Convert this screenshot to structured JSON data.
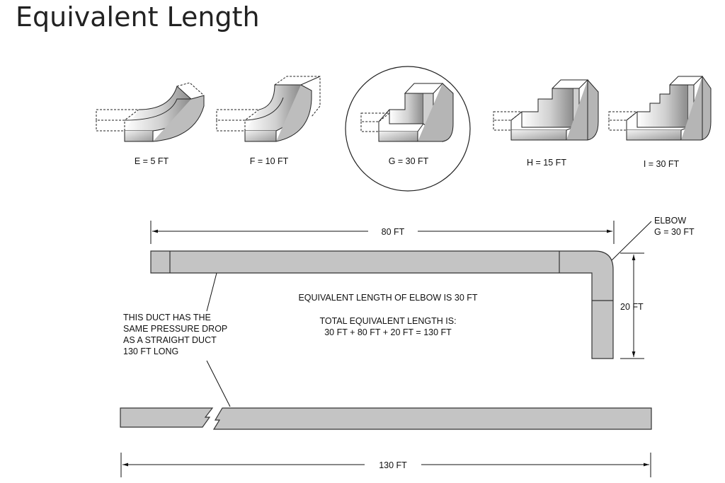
{
  "slide": {
    "title": "Equivalent Length"
  },
  "elbows": [
    {
      "label": "E = 5 FT"
    },
    {
      "label": "F = 10 FT"
    },
    {
      "label": "G = 30 FT"
    },
    {
      "label": "H = 15 FT"
    },
    {
      "label": "I = 30 FT"
    }
  ],
  "duct": {
    "top_length_label": "80 FT",
    "elbow_callout_line1": "ELBOW",
    "elbow_callout_line2": "G = 30 FT",
    "drop_length_label": "20 FT",
    "straight_length_label": "130 FT"
  },
  "notes": {
    "elbow_equivalent": "EQUIVALENT LENGTH OF ELBOW IS 30 FT",
    "total_heading": "TOTAL EQUIVALENT LENGTH IS:",
    "total_formula": "30 FT + 80 FT + 20 FT = 130 FT",
    "left_line1": "THIS DUCT HAS THE",
    "left_line2": "SAME PRESSURE DROP",
    "left_line3": "AS A STRAIGHT DUCT",
    "left_line4": "130 FT LONG"
  },
  "colors": {
    "duct_fill": "#c4c4c4",
    "duct_stroke": "#333333"
  }
}
